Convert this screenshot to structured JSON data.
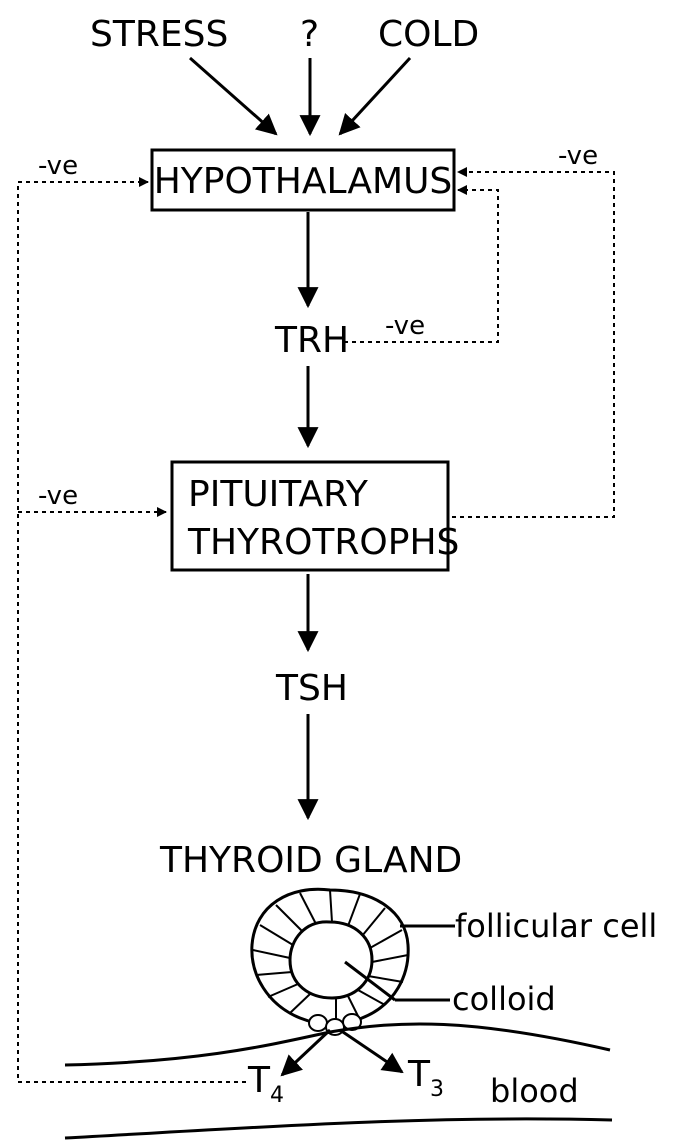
{
  "inputs": {
    "stress": "STRESS",
    "unknown": "?",
    "cold": "COLD"
  },
  "nodes": {
    "hypothalamus": "HYPOTHALAMUS",
    "trh": "TRH",
    "pituitary_line1": "PITUITARY",
    "pituitary_line2": "THYROTROPHS",
    "tsh": "TSH",
    "thyroid_gland": "THYROID GLAND"
  },
  "feedback": {
    "left_top": "-ve",
    "left_mid": "-ve",
    "right_top": "-ve",
    "trh_loop": "-ve"
  },
  "gland_labels": {
    "follicular_cell": "follicular cell",
    "colloid": "colloid",
    "blood": "blood"
  },
  "hormones": {
    "t4_base": "T",
    "t4_sub": "4",
    "t3_base": "T",
    "t3_sub": "3"
  }
}
